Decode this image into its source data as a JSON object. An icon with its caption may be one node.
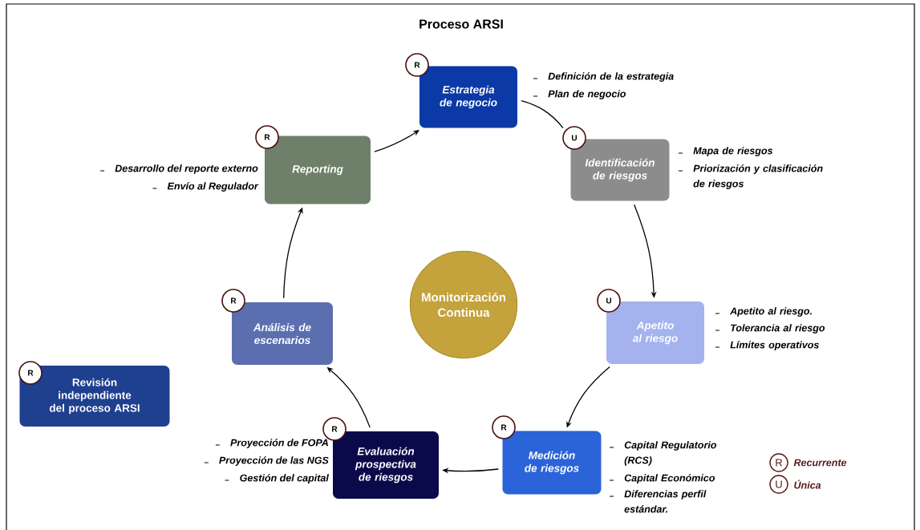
{
  "diagram": {
    "title": "Proceso ARSI",
    "nodes": [
      {
        "text": [
          "Estrategia de negocio"
        ],
        "beside": [
          "Definición de la estrategia",
          "Plan de negocio"
        ]
      },
      {
        "text": [
          "R"
        ]
      },
      {
        "text": [
          "Reporting"
        ],
        "beside": [
          "Desarrollo del reporte externo",
          "Envío al Regulador"
        ]
      },
      {
        "text": [
          "R"
        ]
      },
      {
        "text": [
          "Identificación de riesgos"
        ],
        "beside": [
          "Mapa de riesgos",
          "Priorización y clasificación de riesgos"
        ]
      },
      {
        "text": [
          "U"
        ]
      },
      {
        "text": [
          "Monitorización Continua"
        ]
      },
      {
        "text": [
          "Análisis de escenarios"
        ]
      },
      {
        "text": [
          "R"
        ]
      },
      {
        "text": [
          "Apetito al riesgo"
        ],
        "beside": [
          "Apetito al riesgo.",
          "Tolerancia al riesgo",
          "Límites operativos"
        ]
      },
      {
        "text": [
          "U"
        ]
      },
      {
        "text": [
          "Revisión independiente del proceso ARSI"
        ]
      },
      {
        "text": [
          "R"
        ]
      },
      {
        "text": [
          "Evaluación prospectiva de riesgos"
        ],
        "beside": [
          "Proyección de FOPA",
          "Proyección de las NGS",
          "Gestión del capital"
        ]
      },
      {
        "text": [
          "R"
        ]
      },
      {
        "text": [
          "Medición de riesgos"
        ],
        "beside": [
          "Capital Regulatorio (RCS)",
          "Capital Económico",
          "Diferencias perfil estándar."
        ]
      },
      {
        "text": [
          "R"
        ]
      }
    ],
    "edges": [
      {
        "from": 0,
        "to": 5,
        "arrow": "none"
      },
      {
        "from": 4,
        "to": 9,
        "arrow": "to"
      },
      {
        "from": 9,
        "to": 15,
        "arrow": "to"
      },
      {
        "from": 15,
        "to": 13,
        "arrow": "to"
      },
      {
        "from": 13,
        "to": 7,
        "arrow": "to"
      },
      {
        "from": 7,
        "to": 2,
        "arrow": "to"
      },
      {
        "from": 2,
        "to": 0,
        "arrow": "to"
      }
    ],
    "labels": [
      "R",
      "U"
    ],
    "legend": [
      {
        "text": "Recurrente"
      },
      {
        "text": "Única"
      }
    ]
  }
}
